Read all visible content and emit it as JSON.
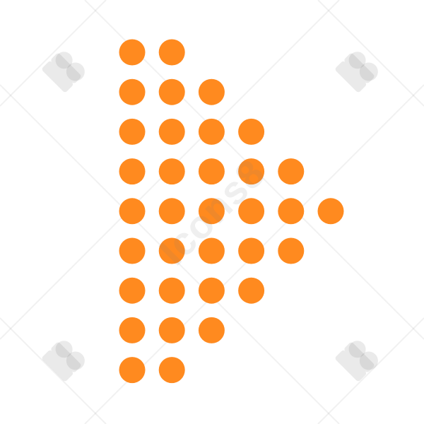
{
  "icon": {
    "name": "dotted-arrow-right-icon",
    "color": "#FF8A1F",
    "columns_per_row": [
      2,
      3,
      4,
      5,
      6,
      5,
      4,
      3,
      2
    ]
  },
  "watermark": {
    "text": "Icons8",
    "color": "#7A7A7A"
  }
}
